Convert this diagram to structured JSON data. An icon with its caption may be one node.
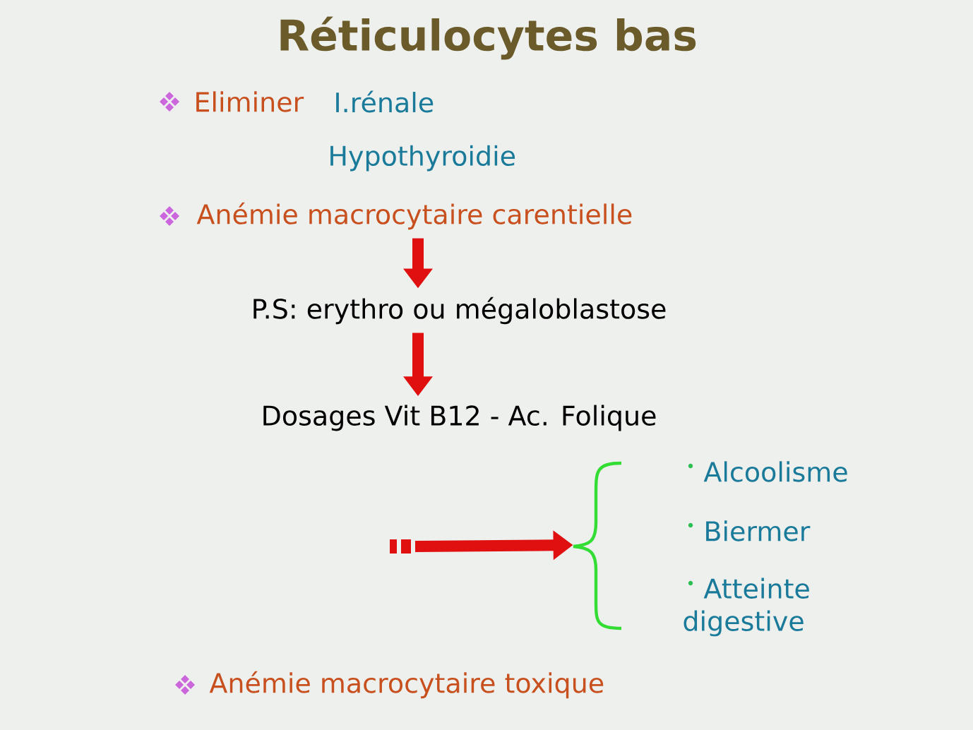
{
  "diagram": {
    "title": "Réticulocytes bas",
    "nodes": [
      {
        "text": [
          "Anémie macrocytaire carentielle"
        ]
      },
      {
        "text": [
          "P.S: erythro ou mégaloblastose"
        ]
      },
      {
        "text": [
          "Dosages Vit B12 - Ac. Folique"
        ]
      },
      {
        "text": [],
        "shape": "brace"
      }
    ],
    "edges": [
      {
        "from": 0,
        "to": 1,
        "arrow": "to"
      },
      {
        "from": 1,
        "to": 2,
        "arrow": "to"
      },
      {
        "from": null,
        "to": 3,
        "arrow": "to"
      }
    ],
    "labels": [
      "Eliminer",
      "I.rénale",
      "Hypothyroidie",
      "Alcoolisme",
      "Biermer",
      "Atteinte digestive",
      "Anémie macrocytaire toxique"
    ]
  }
}
